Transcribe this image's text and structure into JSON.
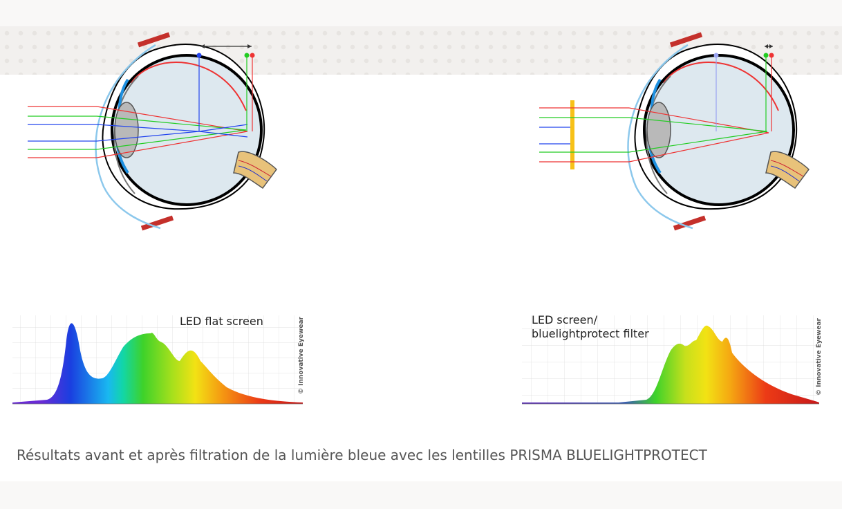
{
  "caption": "Résultats avant et après filtration de la lumière bleue avec les lentilles PRISMA BLUELIGHTPROTECT",
  "figures": {
    "eye_before": {
      "alt": "eye-without-filter"
    },
    "eye_after": {
      "alt": "eye-with-filter"
    },
    "spectrum_before": {
      "title": "LED flat screen",
      "watermark": "© Innovative Eyewear"
    },
    "spectrum_after": {
      "title_line1": "LED screen/",
      "title_line2": "bluelightprotect filter",
      "watermark": "© Innovative Eyewear"
    }
  },
  "colors": {
    "red_ray": "#ee3333",
    "green_ray": "#22cc22",
    "blue_ray": "#2244ee",
    "filter": "#f7c118",
    "caption": "#555555"
  }
}
